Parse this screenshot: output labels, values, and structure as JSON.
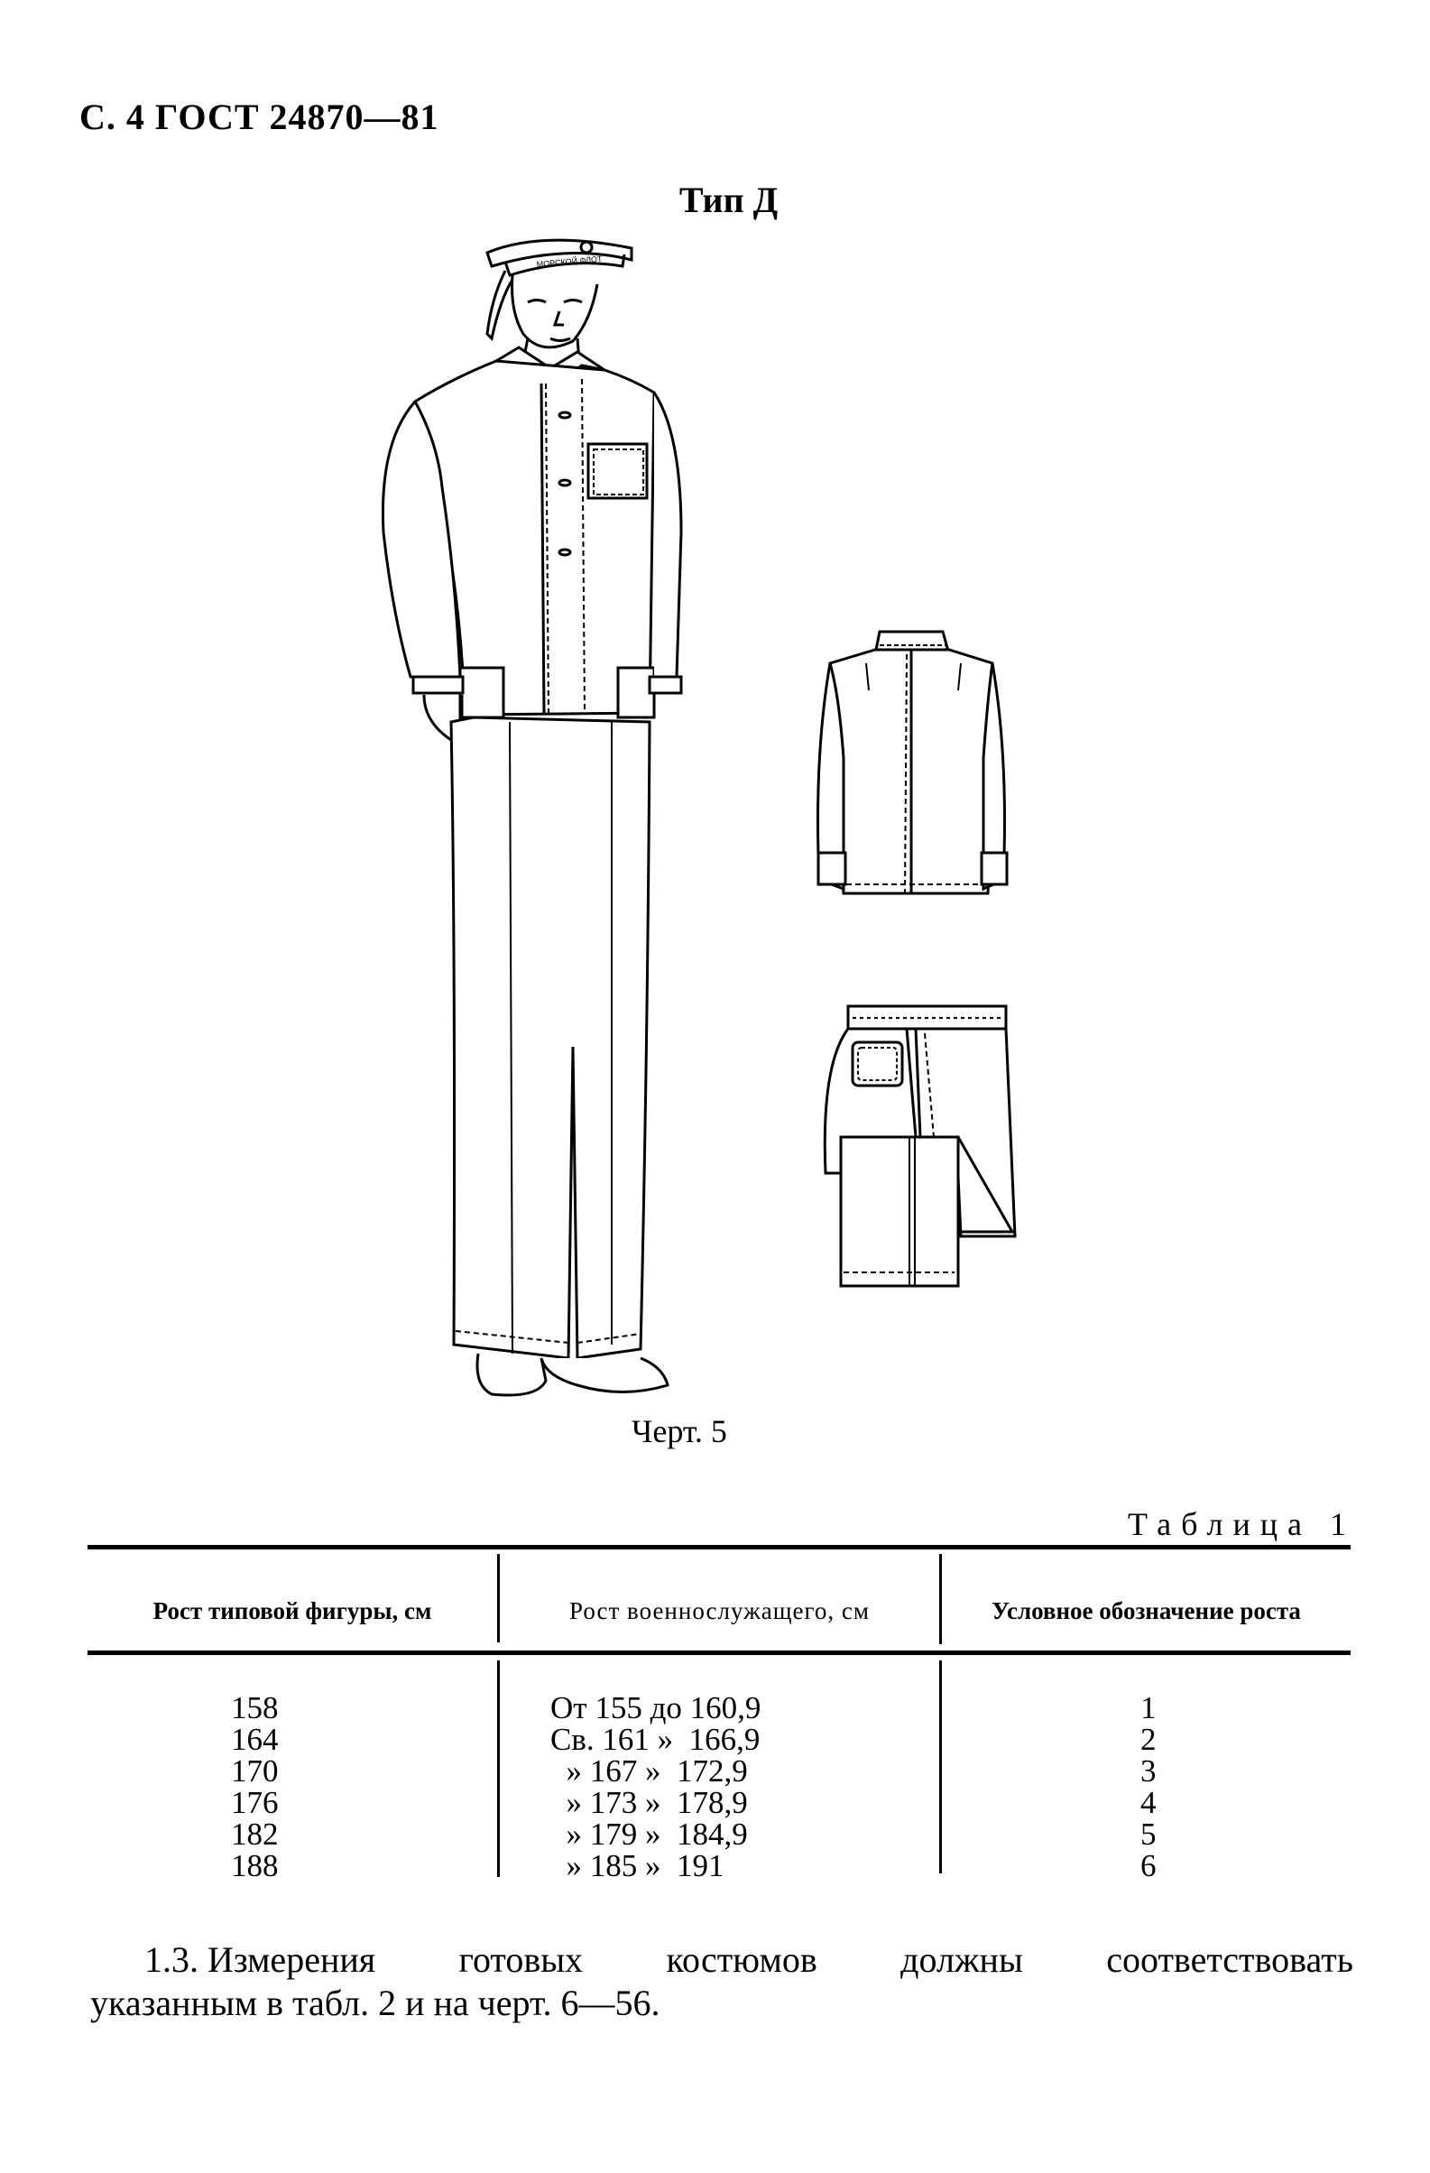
{
  "header": {
    "page_label": "С. 4 ГОСТ 24870—81"
  },
  "figure": {
    "type_title": "Тип Д",
    "hat_band_text": "МОРСКОЙ ФЛОТ",
    "views": [
      "front-view-figure",
      "jacket-back-view",
      "trousers-back-view"
    ],
    "caption": "Черт. 5"
  },
  "table": {
    "caption": "Таблица 1",
    "columns": [
      "Рост типовой фигуры, см",
      "Рост военнослужащего, см",
      "Условное обозначение роста"
    ],
    "rows": [
      {
        "figure_height": "158",
        "serviceman_height": "От 155 до 160,9",
        "designation": "1"
      },
      {
        "figure_height": "164",
        "serviceman_height": "Св. 161 »  166,9",
        "designation": "2"
      },
      {
        "figure_height": "170",
        "serviceman_height": "  » 167 »  172,9",
        "designation": "3"
      },
      {
        "figure_height": "176",
        "serviceman_height": "  » 173 »  178,9",
        "designation": "4"
      },
      {
        "figure_height": "182",
        "serviceman_height": "  » 179 »  184,9",
        "designation": "5"
      },
      {
        "figure_height": "188",
        "serviceman_height": "  » 185 »  191",
        "designation": "6"
      }
    ]
  },
  "paragraph": {
    "line1_words": [
      "1.3. Измерения",
      "готовых",
      "костюмов",
      "должны",
      "соответствовать"
    ],
    "line2": "указанным в табл. 2 и на черт. 6—56."
  }
}
